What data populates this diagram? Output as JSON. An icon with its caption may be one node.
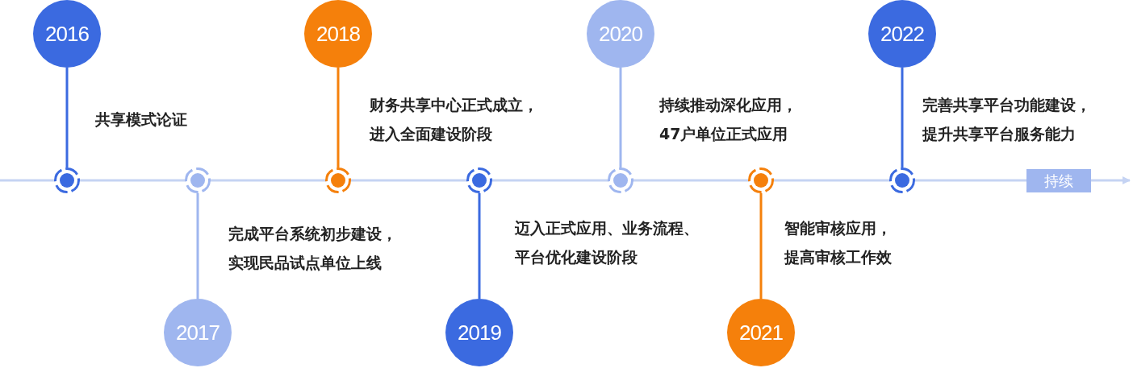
{
  "diagram": {
    "nodes": [
      {
        "text": [
          "2016"
        ],
        "beside": [
          "共享模式论证"
        ]
      },
      {
        "text": [],
        "shape": "circle"
      },
      {
        "text": [
          "2017"
        ],
        "beside": [
          "完成平台系统初步建设，实现民品试点单位上线"
        ]
      },
      {
        "text": [],
        "shape": "circle"
      },
      {
        "text": [
          "2018"
        ],
        "beside": [
          "财务共享中心正式成立，进入全面建设阶段"
        ]
      },
      {
        "text": [],
        "shape": "circle"
      },
      {
        "text": [
          "2019"
        ],
        "beside": [
          "迈入正式应用、业务流程、平台优化建设阶段"
        ]
      },
      {
        "text": [],
        "shape": "circle"
      },
      {
        "text": [
          "2020"
        ],
        "beside": [
          "持续推动深化应用，47户单位正式应用"
        ]
      },
      {
        "text": [],
        "shape": "circle"
      },
      {
        "text": [
          "2021"
        ],
        "beside": [
          "智能审核应用，提高审核工作效"
        ]
      },
      {
        "text": [],
        "shape": "circle"
      },
      {
        "text": [
          "2022"
        ],
        "beside": [
          "完善共享平台功能建设，提升共享平台服务能力"
        ]
      },
      {
        "text": [],
        "shape": "circle"
      },
      {
        "text": [
          "持续"
        ]
      }
    ],
    "edges": [
      {
        "from": 0,
        "to": 1,
        "arrow": "none"
      },
      {
        "from": 2,
        "to": 3,
        "arrow": "none",
        "color": "#9fb6ef"
      },
      {
        "from": 4,
        "to": 5,
        "arrow": "none",
        "color": "#f5800b"
      },
      {
        "from": 6,
        "to": 7,
        "arrow": "none"
      },
      {
        "from": 8,
        "to": 9,
        "arrow": "none",
        "color": "#9fb6ef"
      },
      {
        "from": 10,
        "to": 11,
        "arrow": "none",
        "color": "#f5800b"
      },
      {
        "from": 12,
        "to": 13,
        "arrow": "none"
      }
    ]
  }
}
